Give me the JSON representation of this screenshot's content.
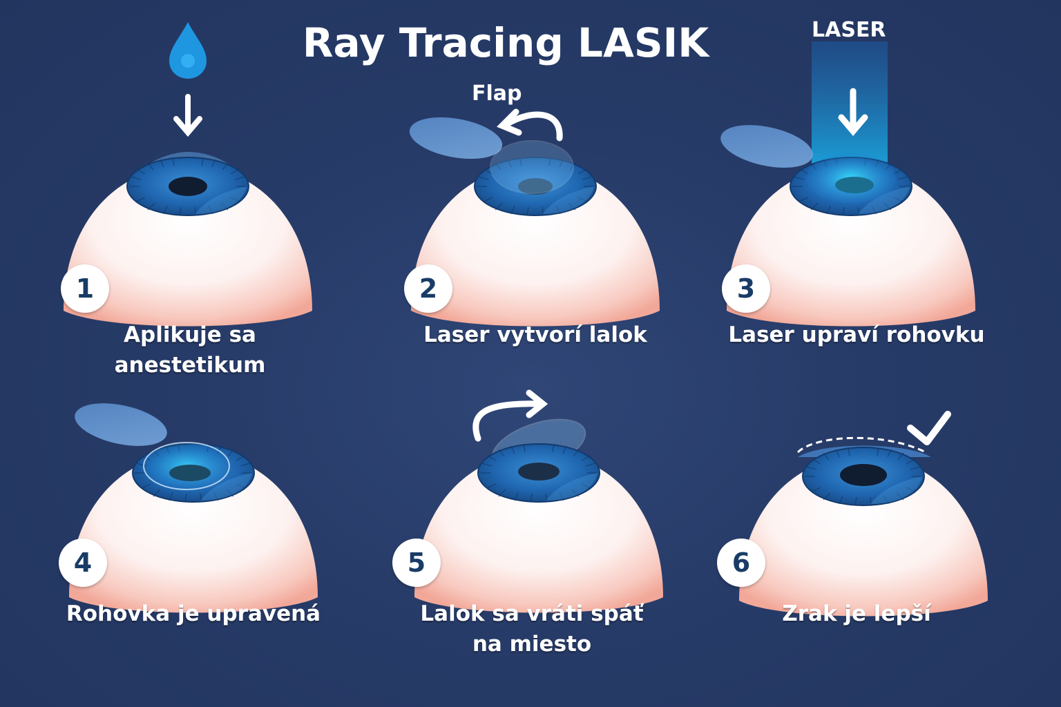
{
  "title": "Ray Tracing LASIK",
  "colors": {
    "background": "#273b68",
    "iris": "#1f5fa8",
    "pupil": "#101c30",
    "sclera": "#fde8e4",
    "badge_text": "#183c66",
    "laser": "#1ea4e8"
  },
  "steps": [
    {
      "number": "1",
      "caption": "Aplikuje sa\nanestetikum",
      "icons": [
        "drop-icon",
        "arrow-down-icon"
      ]
    },
    {
      "number": "2",
      "caption": "Laser vytvorí lalok",
      "label": "Flap",
      "icons": [
        "curved-arrow-left-icon",
        "flap-icon"
      ]
    },
    {
      "number": "3",
      "caption": "Laser upraví rohovku",
      "label": "LASER",
      "icons": [
        "laser-beam-icon",
        "arrow-down-icon"
      ]
    },
    {
      "number": "4",
      "caption": "Rohovka je upravená",
      "icons": [
        "flap-icon"
      ]
    },
    {
      "number": "5",
      "caption": "Lalok sa vráti spáť\nna miesto",
      "icons": [
        "curved-arrow-right-icon",
        "flap-icon"
      ]
    },
    {
      "number": "6",
      "caption": "Zrak je lepší",
      "icons": [
        "checkmark-icon",
        "dashed-arc-icon"
      ]
    }
  ]
}
